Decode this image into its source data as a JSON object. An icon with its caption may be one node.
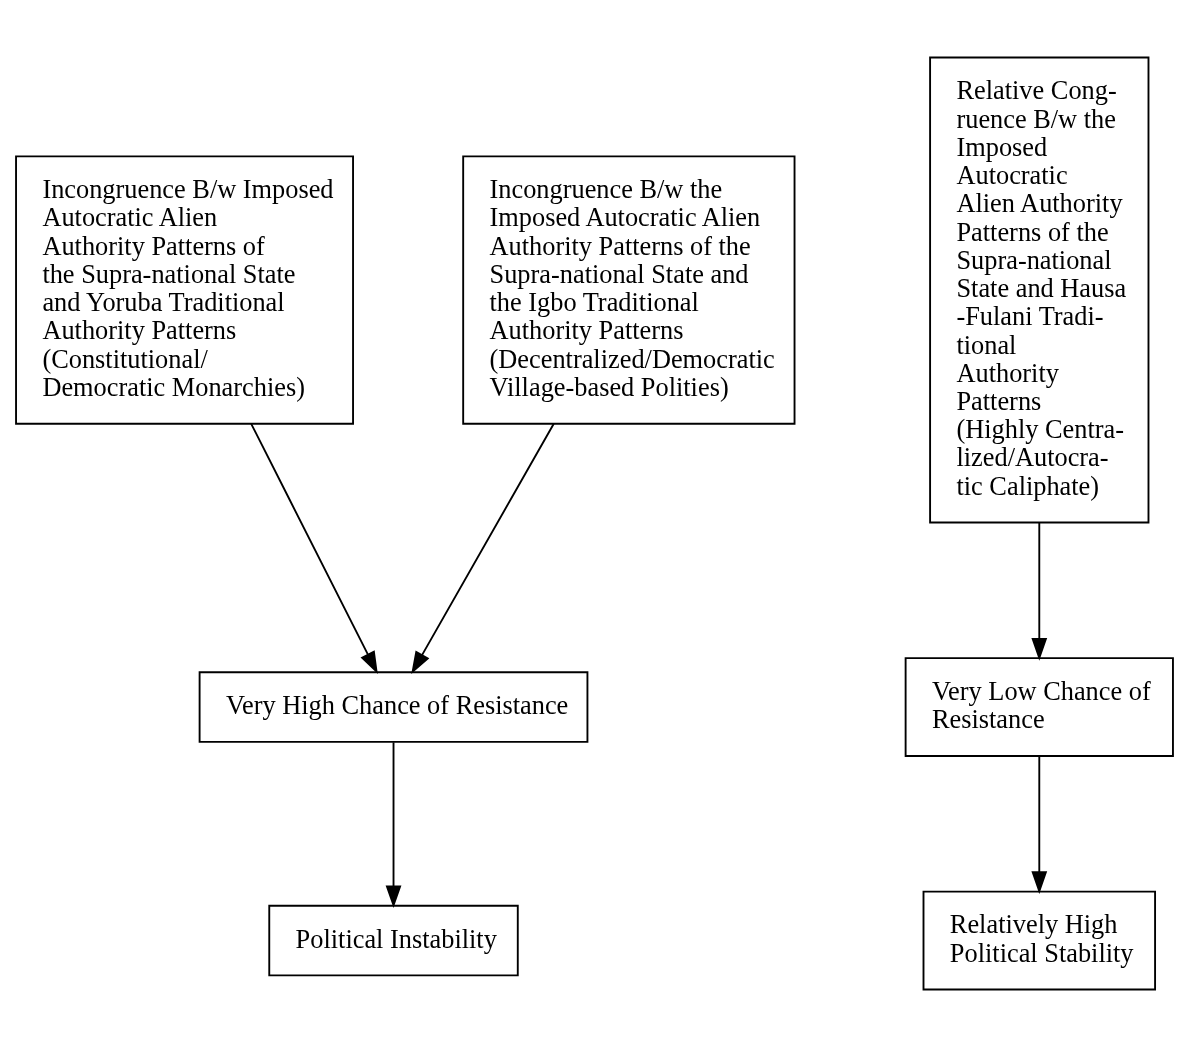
{
  "diagram": {
    "nodes": [
      {
        "text": [
          "Incongruence B/w Imposed Autocratic Alien Authority Patterns of the Supra-national State and Yoruba Traditional Authority Patterns (Constitutional/ Democratic Monarchies)"
        ]
      },
      {
        "text": [
          "Incongruence B/w the Imposed Autocratic Alien Authority Patterns of the Supra-national State and the Igbo Traditional Authority Patterns (Decentralized/Democratic Village-based Polities)"
        ]
      },
      {
        "text": [
          "Relative Cong- ruence B/w the Imposed Autocratic Alien Authority Patterns of the Supra-national State and Hausa -Fulani Tradi- tional Authority Patterns (Highly Centra- lized/Autocra- tic Caliphate)"
        ]
      },
      {
        "text": [
          "Very High Chance of Resistance"
        ]
      },
      {
        "text": [
          "Very Low Chance of Resistance"
        ]
      },
      {
        "text": [
          "Political Instability"
        ]
      },
      {
        "text": [
          "Relatively High Political Stability"
        ]
      }
    ],
    "edges": [
      {
        "from": 0,
        "to": 3,
        "arrow": "to"
      },
      {
        "from": 1,
        "to": 3,
        "arrow": "to"
      },
      {
        "from": 2,
        "to": 4,
        "arrow": "to"
      },
      {
        "from": 3,
        "to": 5,
        "arrow": "to"
      },
      {
        "from": 4,
        "to": 6,
        "arrow": "to"
      }
    ]
  }
}
